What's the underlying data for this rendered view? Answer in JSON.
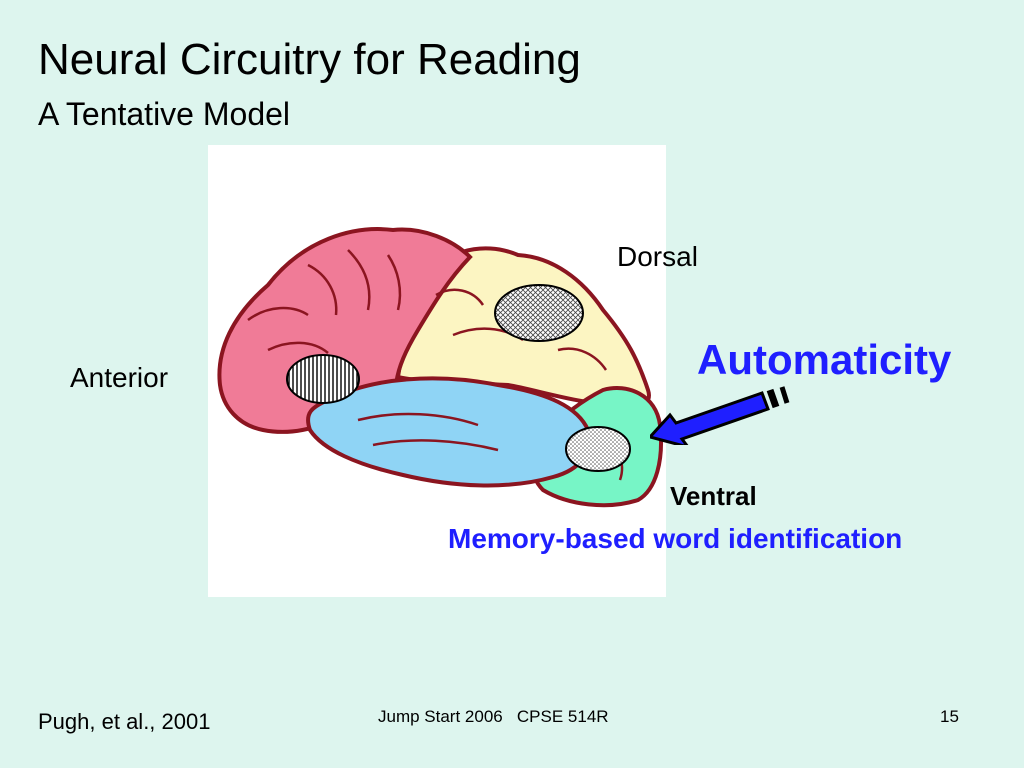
{
  "slide": {
    "title": "Neural Circuitry for Reading",
    "subtitle": "A Tentative Model",
    "labels": {
      "dorsal": "Dorsal",
      "anterior": "Anterior",
      "automaticity": "Automaticity",
      "ventral": "Ventral",
      "memory": "Memory-based word identification"
    },
    "citation": "Pugh, et al., 2001",
    "footer": "Jump Start 2006   CPSE 514R",
    "page_number": "15"
  },
  "colors": {
    "background": "#ddf5ee",
    "accent_blue": "#1f1fff",
    "frontal": "#f07b97",
    "parietal": "#fcf5c2",
    "temporal": "#8fd4f5",
    "occipital": "#77f5c6"
  },
  "icons": [
    "brain-illustration",
    "arrow-icon"
  ]
}
